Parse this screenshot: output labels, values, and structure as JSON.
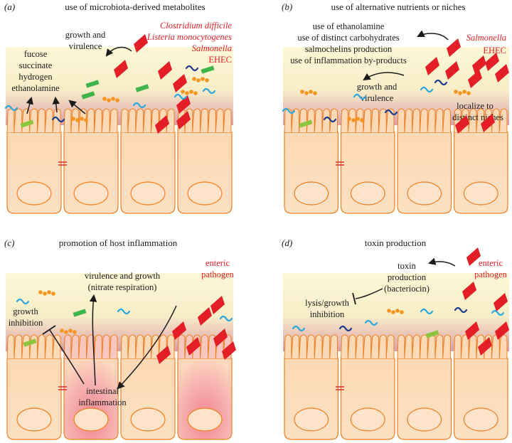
{
  "panels": {
    "a": {
      "letter": "(a)",
      "title": "use of microbiota-derived metabolites",
      "pathogens": [
        "Clostridium difficile",
        "Listeria monocytogenes",
        "Salmonella",
        "EHEC"
      ],
      "arrow_label": [
        "growth and",
        "virulence"
      ],
      "metabolites": [
        "fucose",
        "succinate",
        "hydrogen",
        "ethanolamine"
      ]
    },
    "b": {
      "letter": "(b)",
      "title": "use of alternative nutrients or niches",
      "pathogens": [
        "Salmonella",
        "EHEC"
      ],
      "nutrients": [
        "use of ethanolamine",
        "use of distinct carbohydrates",
        "salmochelins production",
        "use of inflammation by-products"
      ],
      "growth_label": [
        "growth and",
        "virulence"
      ],
      "niche_label": [
        "localize to",
        "distinct niches"
      ]
    },
    "c": {
      "letter": "(c)",
      "title": "promotion of host inflammation",
      "pathogen": [
        "enteric",
        "pathogen"
      ],
      "virulence_label": [
        "virulence and growth",
        "(nitrate respiration)"
      ],
      "inhibition_label": [
        "growth",
        "inhibition"
      ],
      "inflammation_label": [
        "intestinal",
        "inflammation"
      ]
    },
    "d": {
      "letter": "(d)",
      "title": "toxin production",
      "pathogen": [
        "enteric",
        "pathogen"
      ],
      "toxin_label": [
        "toxin",
        "production",
        "(bacteriocin)"
      ],
      "lysis_label": [
        "lysis/growth",
        "inhibition"
      ]
    }
  },
  "colors": {
    "pathogen_red": "#e31e26",
    "cell_fill": "#fbd4b0",
    "cell_stroke": "#f07f1f",
    "lumen_top": "#fcf7d5",
    "mucus_pink": "#d8a0ac",
    "green_bacterium": "#3db54a",
    "lightgreen_bacterium": "#8cc63f",
    "blue_bacterium": "#29a8e0",
    "navy_bacterium": "#1b3a8c",
    "orange_bacterium": "#f7941d",
    "inflamed_cell": "#f29aa3"
  }
}
